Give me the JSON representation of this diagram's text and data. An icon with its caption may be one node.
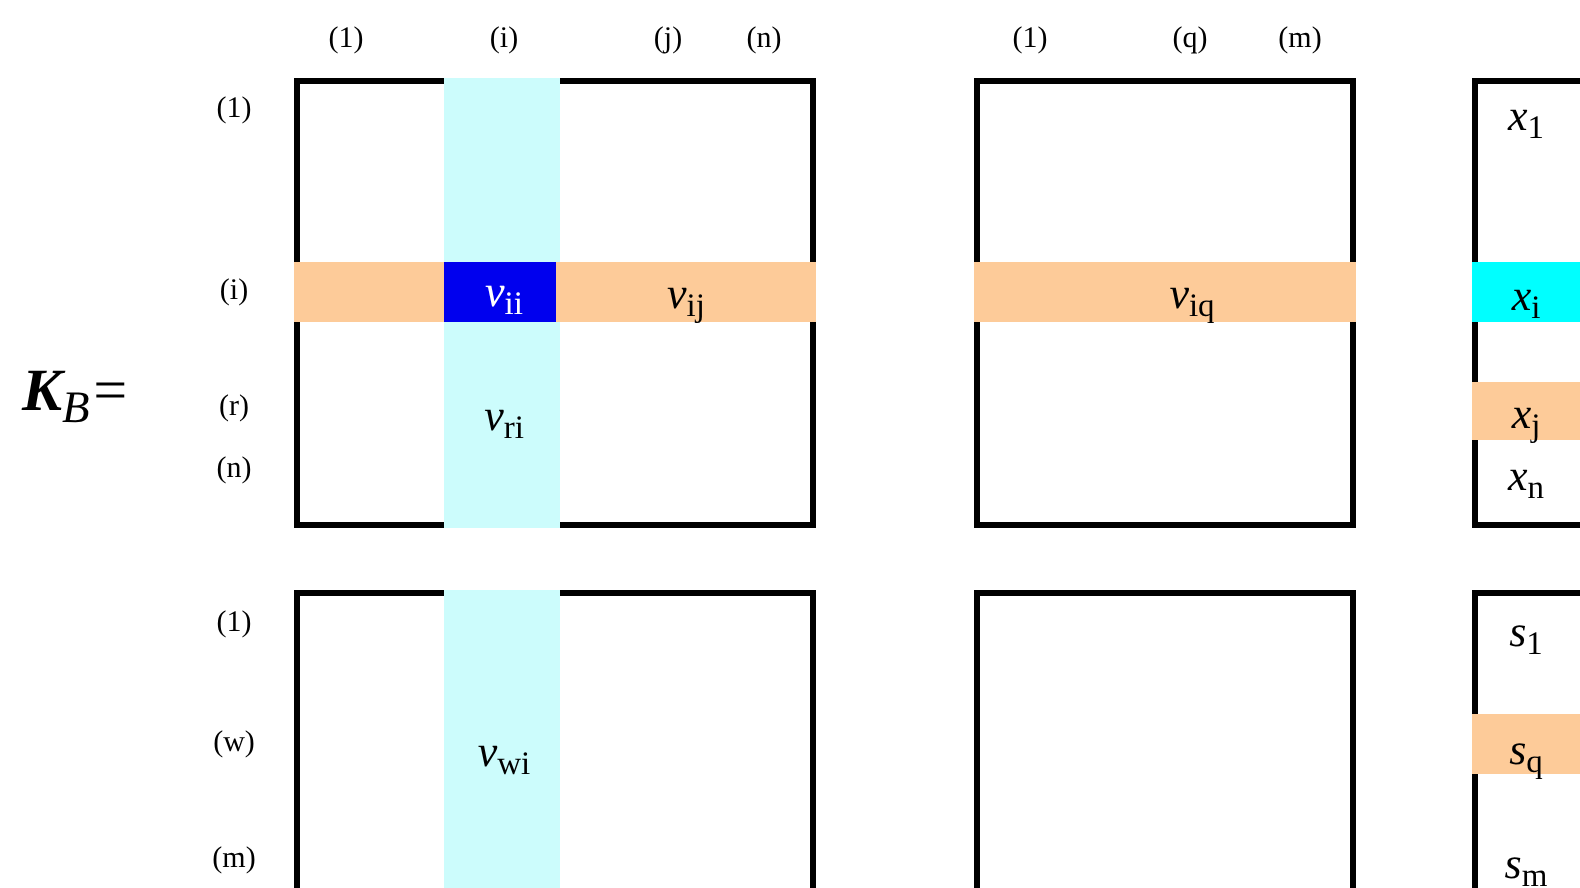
{
  "diagram": {
    "nodes": [
      {
        "text": [
          "*v*$_{ii}$",
          "*v*$_{ij}$",
          "*v*$_{ri}$"
        ]
      },
      {
        "text": [
          "*v*$_{iq}$"
        ]
      },
      {
        "text": [
          "*x*$_{1}$",
          "*x*$_{i}$",
          "*x*$_{j}$",
          "*x*$_{n}$"
        ]
      },
      {
        "text": [
          "*v*$_{wi}$"
        ]
      },
      {
        "text": [],
        "shape": "box"
      },
      {
        "text": [
          "*s*$_{1}$",
          "*s*$_{q}$",
          "*s*$_{m}$"
        ]
      }
    ],
    "labels": [
      "(1)",
      "(i)",
      "(j)",
      "(n)",
      "(1)",
      "(q)",
      "(m)",
      "(1)",
      "**K**$_{B}$=",
      "(i)",
      "(r)",
      "(n)",
      "(1)",
      "(w)",
      "(m)"
    ]
  }
}
